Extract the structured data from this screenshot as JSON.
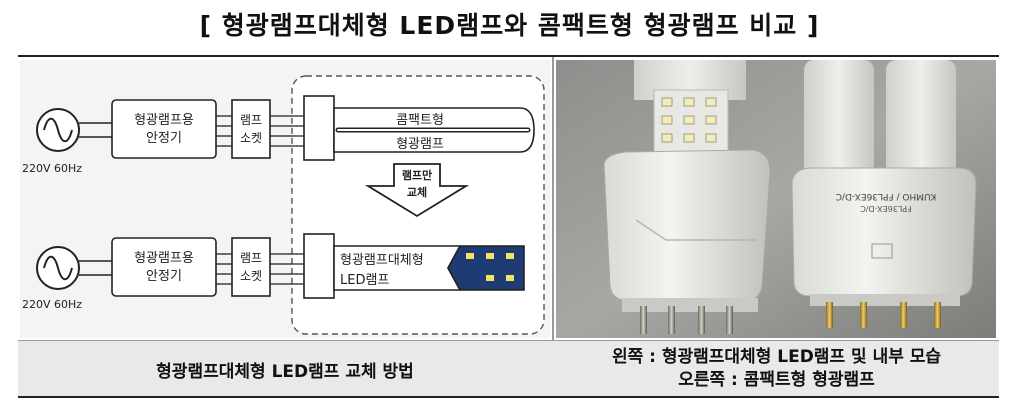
{
  "page": {
    "title": "[ 형광램프대체형 LED램프와 콤팩트형 형광램프 비교 ]"
  },
  "diagram": {
    "top": {
      "voltage": "220V 60Hz",
      "ballast_line1": "형광램프용",
      "ballast_line2": "안정기",
      "socket_line1": "램프",
      "socket_line2": "소켓",
      "lamp_label1": "콤팩트형",
      "lamp_label2": "형광램프"
    },
    "arrow": {
      "line1": "램프만",
      "line2": "교체"
    },
    "bottom": {
      "voltage": "220V 60Hz",
      "ballast_line1": "형광램프용",
      "ballast_line2": "안정기",
      "socket_line1": "램프",
      "socket_line2": "소켓",
      "lamp_label1": "형광램프대체형",
      "lamp_label2": "LED램프"
    }
  },
  "captions": {
    "left": "형광램프대체형 LED램프 교체 방법",
    "right_line1": "왼쪽 : 형광램프대체형 LED램프 및 내부 모습",
    "right_line2": "오른쪽 : 콤팩트형 형광램프"
  },
  "photo": {
    "lamp_print_line1": "KUMHO / FPL36EX-D/C",
    "lamp_print_line2": "FPL36EX-D/C"
  }
}
